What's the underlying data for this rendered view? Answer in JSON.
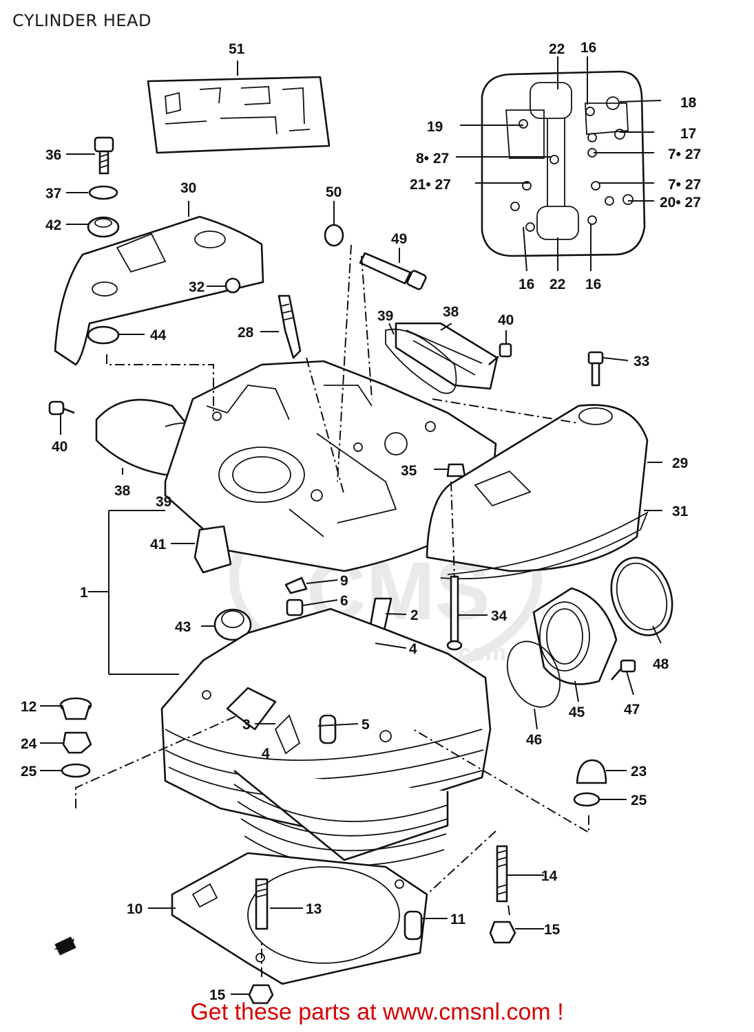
{
  "page": {
    "title": "CYLINDER HEAD",
    "footer": "Get these parts at www.cmsnl.com !"
  },
  "watermark": {
    "text": "CMS",
    "subtext": "www.cmsnl.com",
    "color": "#d8d8d8"
  },
  "colors": {
    "footer": "#d60000",
    "ink": "#111111"
  },
  "callouts": [
    "51",
    "22",
    "16",
    "18",
    "19",
    "17",
    "8• 27",
    "7• 27",
    "21• 27",
    "7• 27",
    "20• 27",
    "16",
    "22",
    "16",
    "36",
    "37",
    "42",
    "30",
    "50",
    "49",
    "32",
    "44",
    "28",
    "39",
    "38",
    "40",
    "33",
    "40",
    "38",
    "39",
    "35",
    "29",
    "31",
    "41",
    "9",
    "6",
    "2",
    "1",
    "43",
    "4",
    "34",
    "48",
    "12",
    "3",
    "5",
    "24",
    "25",
    "4",
    "45",
    "47",
    "46",
    "23",
    "25",
    "14",
    "10",
    "13",
    "11",
    "15",
    "15"
  ]
}
